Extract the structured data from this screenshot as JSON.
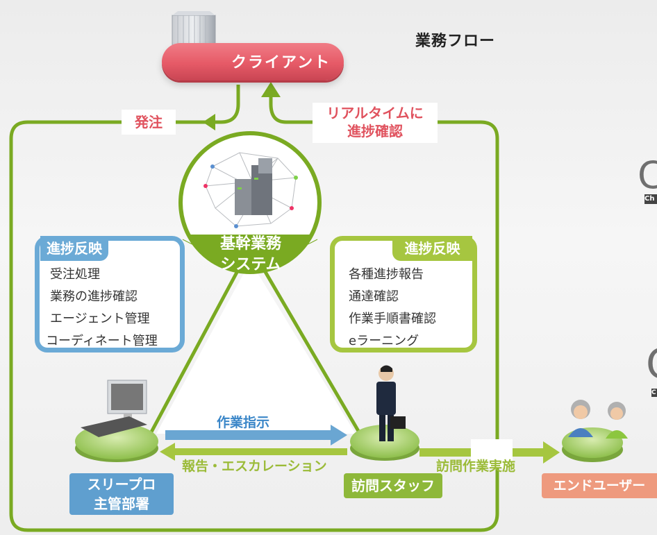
{
  "title": "業務フロー",
  "client": {
    "label": "クライアント"
  },
  "arrows": {
    "order": "発注",
    "realtime_line1": "リアルタイムに",
    "realtime_line2": "進捗確認",
    "work_instruction": "作業指示",
    "report_escalation": "報告・エスカレーション",
    "visit_work": "訪問作業実施"
  },
  "core_system": {
    "line1": "基幹業務",
    "line2": "システム"
  },
  "left_card": {
    "header": "進捗反映",
    "items": [
      "受注処理",
      "業務の進捗確認",
      "エージェント管理",
      "コーディネート管理"
    ]
  },
  "right_card": {
    "header": "進捗反映",
    "items": [
      "各種進捗報告",
      "通達確認",
      "作業手順書確認",
      "eラーニング"
    ]
  },
  "nodes": {
    "threepro_line1": "スリープロ",
    "threepro_line2": "主管部署",
    "visit_staff": "訪問スタッフ",
    "end_user": "エンドユーザー"
  },
  "side_fragments": {
    "a": "Ch",
    "b": "C"
  },
  "colors": {
    "client_red": "#e65a67",
    "frame_green": "#7aaa22",
    "card_blue": "#6baad6",
    "card_green": "#a6c640",
    "end_user_orange": "#ee9a7e"
  }
}
